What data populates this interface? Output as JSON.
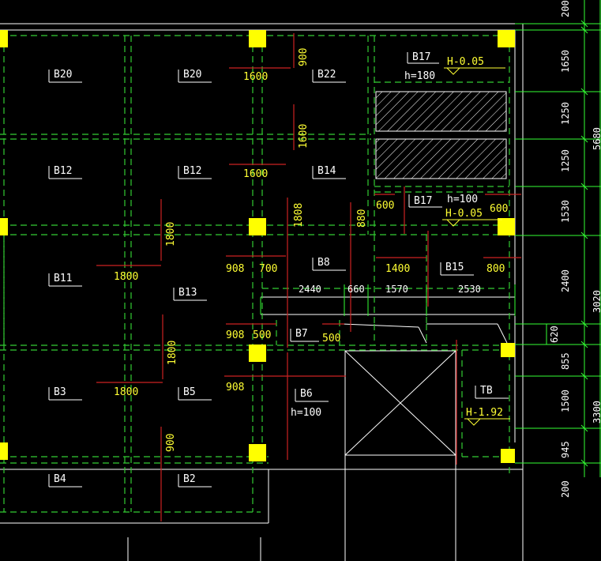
{
  "colors": {
    "background": "#000000",
    "beam_dashed": "#33cc33",
    "column": "#ffff00",
    "rebar_red": "#cc2222",
    "wall_white": "#ffffff",
    "dim_green": "#33ff33",
    "text_white": "#ffffff",
    "text_yellow": "#ffff33"
  },
  "slabs": {
    "b20a": "B20",
    "b20b": "B20",
    "b22": "B22",
    "b17a": "B17",
    "b12a": "B12",
    "b12b": "B12",
    "b14": "B14",
    "b17b": "B17",
    "b11": "B11",
    "b13": "B13",
    "b8": "B8",
    "b15": "B15",
    "b7": "B7",
    "b3": "B3",
    "b5": "B5",
    "b6": "B6",
    "tb": "TB",
    "b4": "B4",
    "b2": "B2"
  },
  "notes": {
    "h_005a": "H-0.05",
    "h180": "h=180",
    "h100a": "h=100",
    "h_005b": "H-0.05",
    "h100b": "h=100",
    "h_192": "H-1.92"
  },
  "rebars": {
    "r900a": "900",
    "r1600a": "1600",
    "r1600b": "1600",
    "r1600c": "1600",
    "r880": "880",
    "r600a": "600",
    "r600b": "600",
    "r1808": "1808",
    "r1800a": "1800",
    "r1800b": "1800",
    "r908a": "908",
    "r700": "700",
    "r1400": "1400",
    "r800": "800",
    "r908b": "908",
    "r500a": "500",
    "r500b": "500",
    "r1800c": "1800",
    "r1800d": "1800",
    "r908c": "908",
    "r900b": "900"
  },
  "inner_dims": {
    "d2440": "2440",
    "d660": "660",
    "d1570": "1570",
    "d2530": "2530"
  },
  "side_dims": {
    "s200a": "200",
    "s1650": "1650",
    "s1250a": "1250",
    "s1250b": "1250",
    "s1530": "1530",
    "s2400": "2400",
    "s620": "620",
    "s855": "855",
    "s1500": "1500",
    "s945": "945",
    "s200b": "200",
    "t5680": "5680",
    "t3020": "3020",
    "t3300": "3300"
  }
}
